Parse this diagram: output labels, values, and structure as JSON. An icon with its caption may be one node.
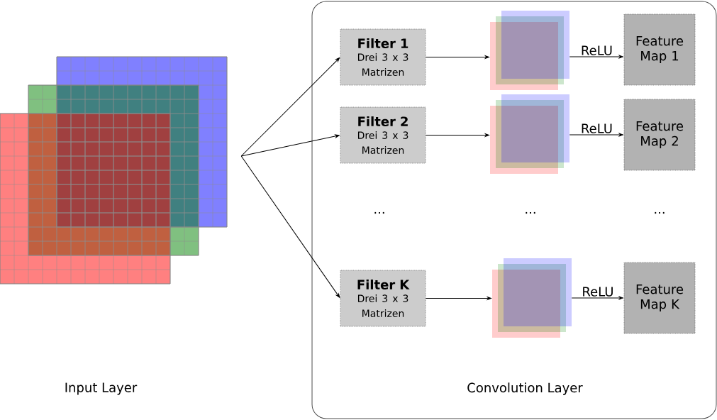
{
  "diagram": {
    "nodes": [
      {
        "text": [],
        "shape": "picture"
      },
      {
        "text": [
          "Convolution Layer"
        ]
      },
      {
        "text": [
          "Filter 1",
          "Drei 3 x 3 Matrizen"
        ],
        "in": 1
      },
      {
        "text": [],
        "shape": "picture",
        "in": 1
      },
      {
        "text": [
          "Feature Map 1"
        ],
        "in": 1
      },
      {
        "text": [
          "Filter 2",
          "Drei 3 x 3 Matrizen"
        ],
        "in": 1
      },
      {
        "text": [],
        "shape": "picture",
        "in": 1
      },
      {
        "text": [
          "Feature Map 2"
        ],
        "in": 1
      },
      {
        "text": [
          "Filter K",
          "Drei 3 x 3 Matrizen"
        ],
        "in": 1
      },
      {
        "text": [],
        "shape": "picture",
        "in": 1
      },
      {
        "text": [
          "Feature Map K"
        ],
        "in": 1
      }
    ],
    "edges": [
      {
        "from": 0,
        "to": 2,
        "arrow": "to"
      },
      {
        "from": 0,
        "to": 5,
        "arrow": "to"
      },
      {
        "from": 0,
        "to": 8,
        "arrow": "to"
      },
      {
        "from": 2,
        "to": 3,
        "arrow": "to"
      },
      {
        "from": 3,
        "to": 4,
        "arrow": "to",
        "label": "ReLU"
      },
      {
        "from": 5,
        "to": 6,
        "arrow": "to"
      },
      {
        "from": 6,
        "to": 7,
        "arrow": "to",
        "label": "ReLU"
      },
      {
        "from": 8,
        "to": 9,
        "arrow": "to"
      },
      {
        "from": 9,
        "to": 10,
        "arrow": "to",
        "label": "ReLU"
      }
    ],
    "labels": [
      "...",
      "...",
      "...",
      "Input Layer"
    ]
  }
}
